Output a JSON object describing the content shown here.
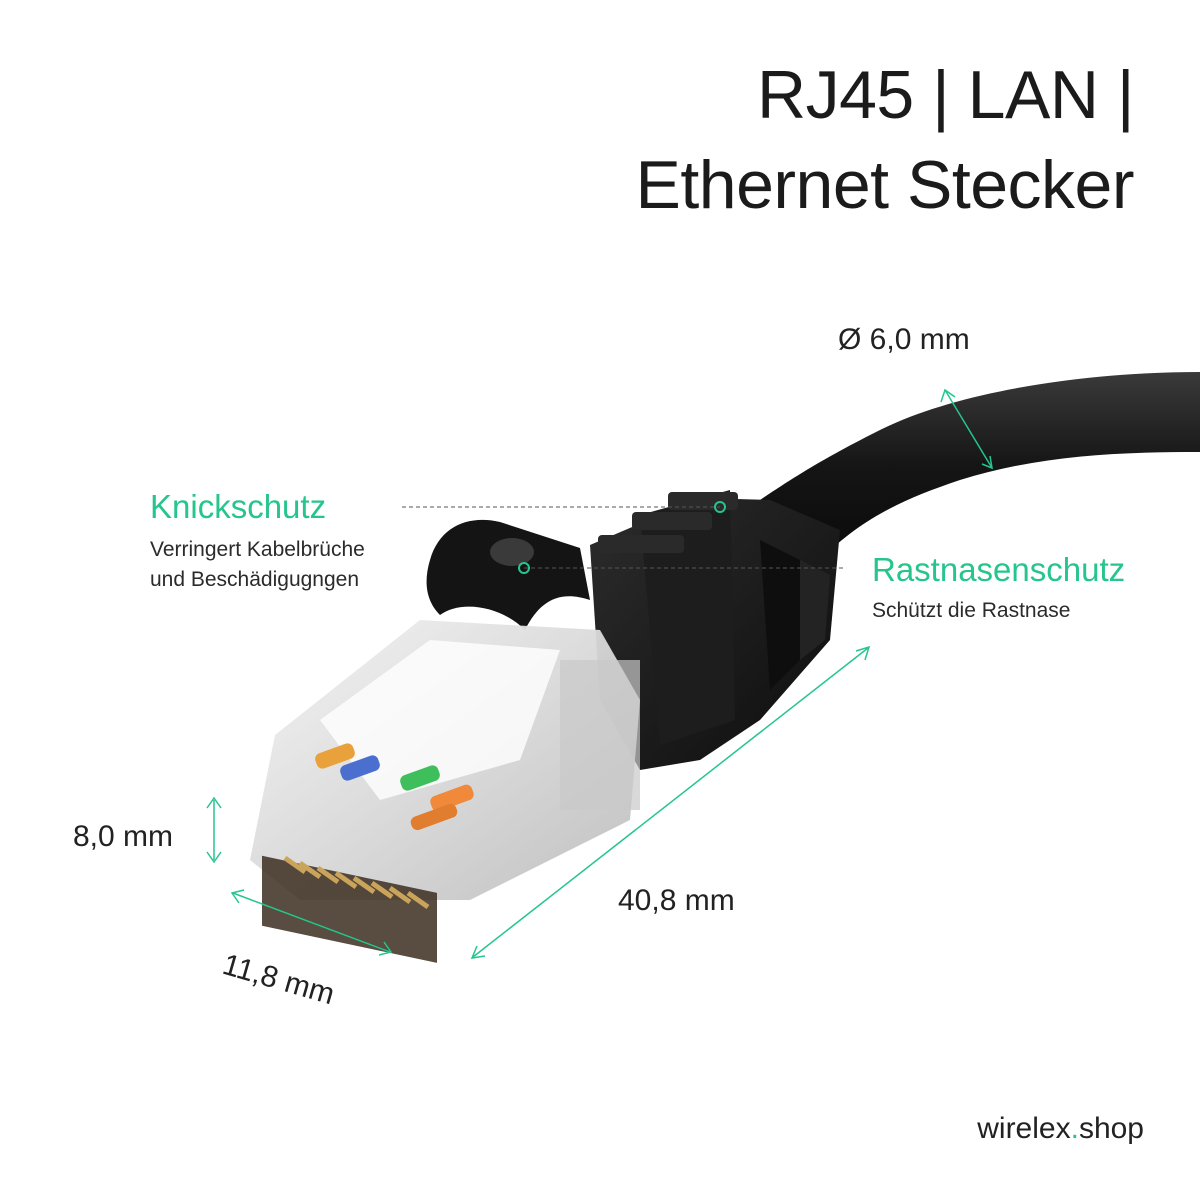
{
  "title": {
    "line1": "RJ45 | LAN |",
    "line2": "Ethernet Stecker"
  },
  "callouts": {
    "knickschutz": {
      "title": "Knickschutz",
      "desc_line1": "Verringert Kabelbrüche",
      "desc_line2": "und Beschädigugngen"
    },
    "rastnasenschutz": {
      "title": "Rastnasenschutz",
      "desc": "Schützt die Rastnase"
    }
  },
  "dimensions": {
    "diameter": "Ø 6,0 mm",
    "height": "8,0 mm",
    "width": "11,8 mm",
    "length": "40,8 mm"
  },
  "brand": {
    "name": "wirelex",
    "dot": ".",
    "tld": "shop"
  },
  "colors": {
    "accent": "#26c58d",
    "cable": "#1a1a1a",
    "text": "#222222"
  }
}
